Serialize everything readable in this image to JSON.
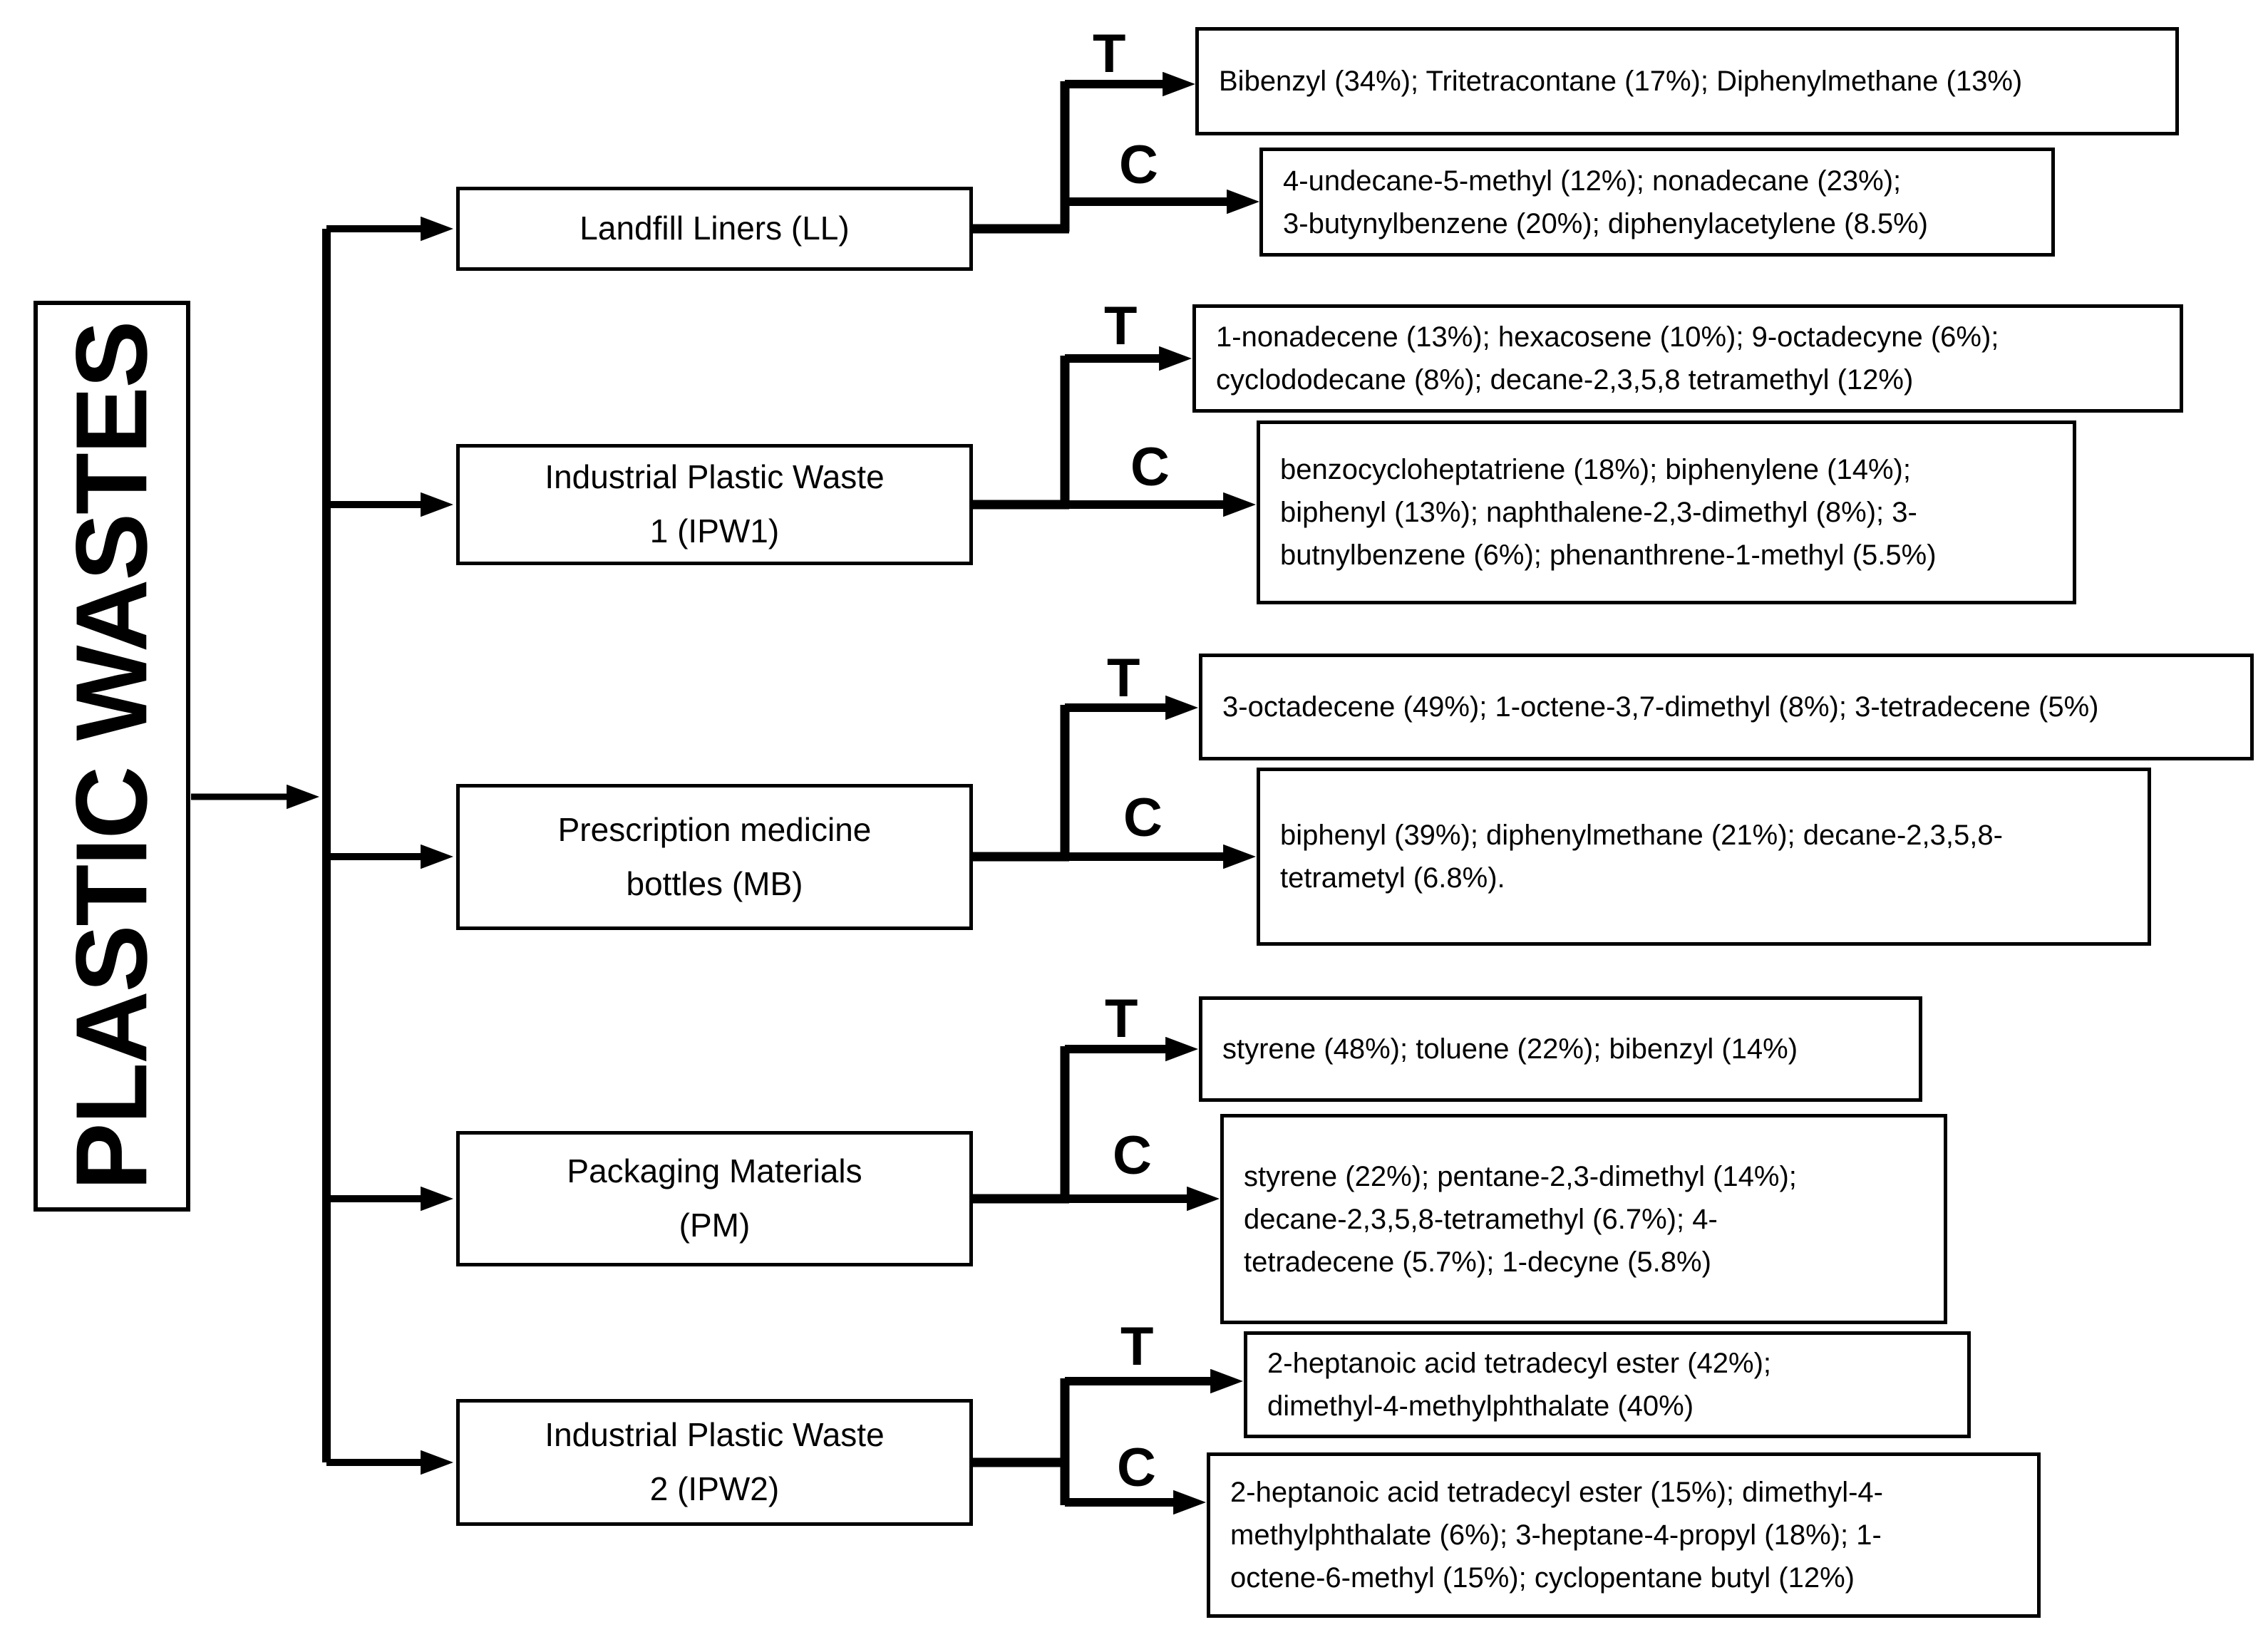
{
  "diagram": {
    "root": {
      "label": "PLASTIC WASTES"
    },
    "branch_labels": {
      "t": "T",
      "c": "C"
    },
    "colors": {
      "line": "#000000",
      "box_background": "#ffffff",
      "text": "#000000"
    },
    "groups": [
      {
        "key": "ll",
        "category": "Landfill Liners (LL)",
        "t_products": "Bibenzyl (34%); Tritetracontane (17%); Diphenylmethane (13%)",
        "c_products": "4-undecane-5-methyl (12%); nonadecane (23%);\n3-butynylbenzene (20%); diphenylacetylene (8.5%)"
      },
      {
        "key": "ipw1",
        "category": "Industrial Plastic Waste\n1 (IPW1)",
        "t_products": "1-nonadecene (13%); hexacosene (10%); 9-octadecyne (6%);\ncyclododecane (8%); decane-2,3,5,8 tetramethyl (12%)",
        "c_products": "benzocycloheptatriene (18%); biphenylene (14%);\nbiphenyl (13%); naphthalene-2,3-dimethyl (8%); 3-\nbutnylbenzene (6%); phenanthrene-1-methyl (5.5%)"
      },
      {
        "key": "mb",
        "category": "Prescription medicine\nbottles (MB)",
        "t_products": "3-octadecene (49%); 1-octene-3,7-dimethyl (8%); 3-tetradecene (5%)",
        "c_products": "biphenyl (39%); diphenylmethane (21%); decane-2,3,5,8-\ntetrametyl (6.8%)."
      },
      {
        "key": "pm",
        "category": "Packaging Materials\n(PM)",
        "t_products": "styrene (48%); toluene (22%); bibenzyl (14%)",
        "c_products": "styrene (22%); pentane-2,3-dimethyl (14%);\ndecane-2,3,5,8-tetramethyl (6.7%); 4-\ntetradecene (5.7%); 1-decyne (5.8%)"
      },
      {
        "key": "ipw2",
        "category": "Industrial Plastic Waste\n2 (IPW2)",
        "t_products": "2-heptanoic acid tetradecyl ester (42%);\ndimethyl-4-methylphthalate (40%)",
        "c_products": "2-heptanoic acid tetradecyl ester (15%); dimethyl-4-\nmethylphthalate (6%); 3-heptane-4-propyl (18%); 1-\noctene-6-methyl (15%); cyclopentane butyl (12%)"
      }
    ]
  }
}
